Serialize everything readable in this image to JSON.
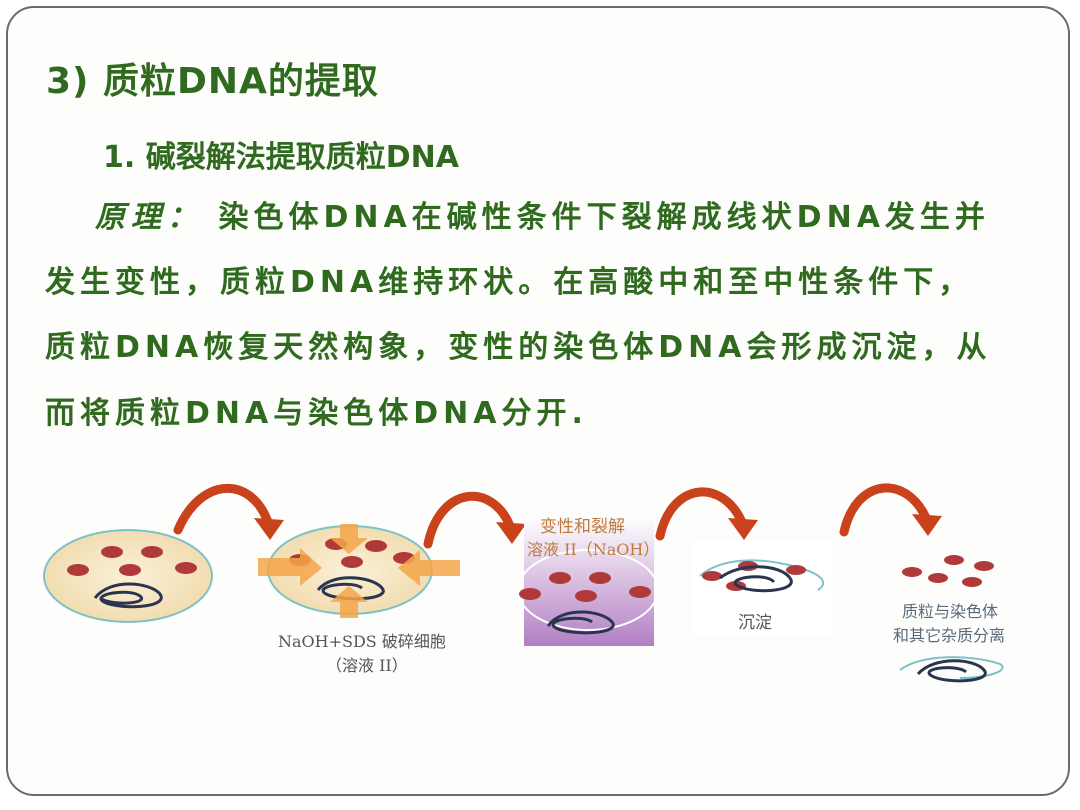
{
  "title": "3) 质粒DNA的提取",
  "subtitle": "1. 碱裂解法提取质粒DNA",
  "principle": {
    "label": "原理：",
    "line1": "染色体DNA在碱性条件下裂解成线状DNA发生并",
    "line2": "发生变性，质粒DNA维持环状。在高酸中和至中性条件下，",
    "line3": "质粒DNA恢复天然构象，变性的染色体DNA会形成沉淀，从",
    "line4": "而将质粒DNA与染色体DNA分开."
  },
  "diagram": {
    "step2_caption_line1": "NaOH+SDS 破碎细胞",
    "step2_caption_line2": "（溶液 II）",
    "step3_caption_line1": "变性和裂解",
    "step3_caption_line2": "溶液 II（NaOH）",
    "step4_caption": "沉淀",
    "step5_caption_line1": "质粒与染色体",
    "step5_caption_line2": "和其它杂质分离"
  },
  "colors": {
    "text_green": "#2f6a1f",
    "arrow": "#c9421b",
    "cell_fill": "#f4e2bf",
    "plasmid": "#b03a3a"
  }
}
